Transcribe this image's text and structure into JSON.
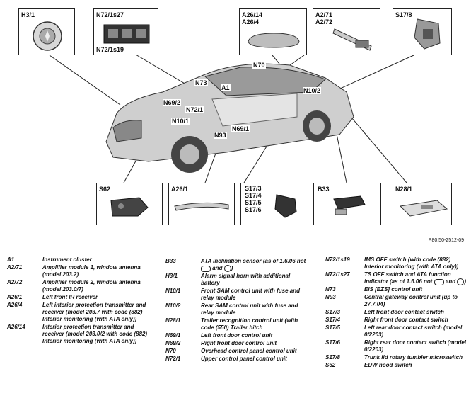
{
  "figure_id": "P80.50-2512-09",
  "top_boxes": [
    {
      "label": "H3/1"
    },
    {
      "label": "N72/1s27",
      "sublabel": "N72/1s19"
    },
    {
      "label": "A26/14\nA26/4"
    },
    {
      "label": "A2/71\nA2/72"
    },
    {
      "label": "S17/8"
    }
  ],
  "bottom_boxes": [
    {
      "label": "S62"
    },
    {
      "label": "A26/1"
    },
    {
      "label": "S17/3\nS17/4\nS17/5\nS17/6"
    },
    {
      "label": "B33"
    },
    {
      "label": "N28/1"
    }
  ],
  "callouts": [
    "N70",
    "N73",
    "A1",
    "N10/2",
    "N69/2",
    "N72/1",
    "N10/1",
    "N93",
    "N69/1"
  ],
  "legend_col1": [
    {
      "code": "A1",
      "desc": "Instrument cluster"
    },
    {
      "code": "A2/71",
      "desc": "Amplifier module 1, window antenna (model 203.2)"
    },
    {
      "code": "A2/72",
      "desc": "Amplifier module 2, window antenna (model 203.0/7)"
    },
    {
      "code": "A26/1",
      "desc": "Left front IR receiver"
    },
    {
      "code": "A26/4",
      "desc": "Left interior protection transmitter and receiver (model 203.7 with code (882) Interior monitoring (with ATA only))"
    },
    {
      "code": "A26/14",
      "desc": "Interior protection transmitter and receiver (model 203.0/2 with code (882) Interior monitoring (with ATA only))"
    }
  ],
  "legend_col2": [
    {
      "code": "B33",
      "desc_pre": "ATA inclination sensor (as of 1.6.06 not",
      "desc_mid": "and",
      "desc_post": ")"
    },
    {
      "code": "H3/1",
      "desc": "Alarm signal horn with additional battery"
    },
    {
      "code": "N10/1",
      "desc": "Front SAM control unit with fuse and relay module"
    },
    {
      "code": "N10/2",
      "desc": "Rear SAM control unit with fuse and relay module"
    },
    {
      "code": "N28/1",
      "desc": "Trailer recognition control unit (with code (550) Trailer hitch"
    },
    {
      "code": "N69/1",
      "desc": "Left front door control unit"
    },
    {
      "code": "N69/2",
      "desc": "Right front door control unit"
    },
    {
      "code": "N70",
      "desc": "Overhead control panel control unit"
    },
    {
      "code": "N72/1",
      "desc": "Upper control panel control unit"
    }
  ],
  "legend_col3": [
    {
      "code": "N72/1s19",
      "desc": "IMS OFF switch (with code (882) Interior monitoring (with ATA only))"
    },
    {
      "code": "N72/1s27",
      "desc_pre": "TS OFF switch and ATA function indicator (as of 1.6.06 not",
      "desc_mid": "and",
      "desc_post": ")"
    },
    {
      "code": "N73",
      "desc": "EIS [EZS] control unit"
    },
    {
      "code": "N93",
      "desc": "Central gateway control unit (up to 27.7.04)"
    },
    {
      "code": "S17/3",
      "desc": "Left front door contact switch"
    },
    {
      "code": "S17/4",
      "desc": "Right front door contact switch"
    },
    {
      "code": "S17/5",
      "desc": "Left rear door contact switch (model 0/2203)"
    },
    {
      "code": "S17/6",
      "desc": "Right rear door contact switch (model 0/2203)"
    },
    {
      "code": "S17/8",
      "desc": "Trunk lid rotary tumbler microswitch"
    },
    {
      "code": "S62",
      "desc": "EDW hood switch"
    }
  ]
}
